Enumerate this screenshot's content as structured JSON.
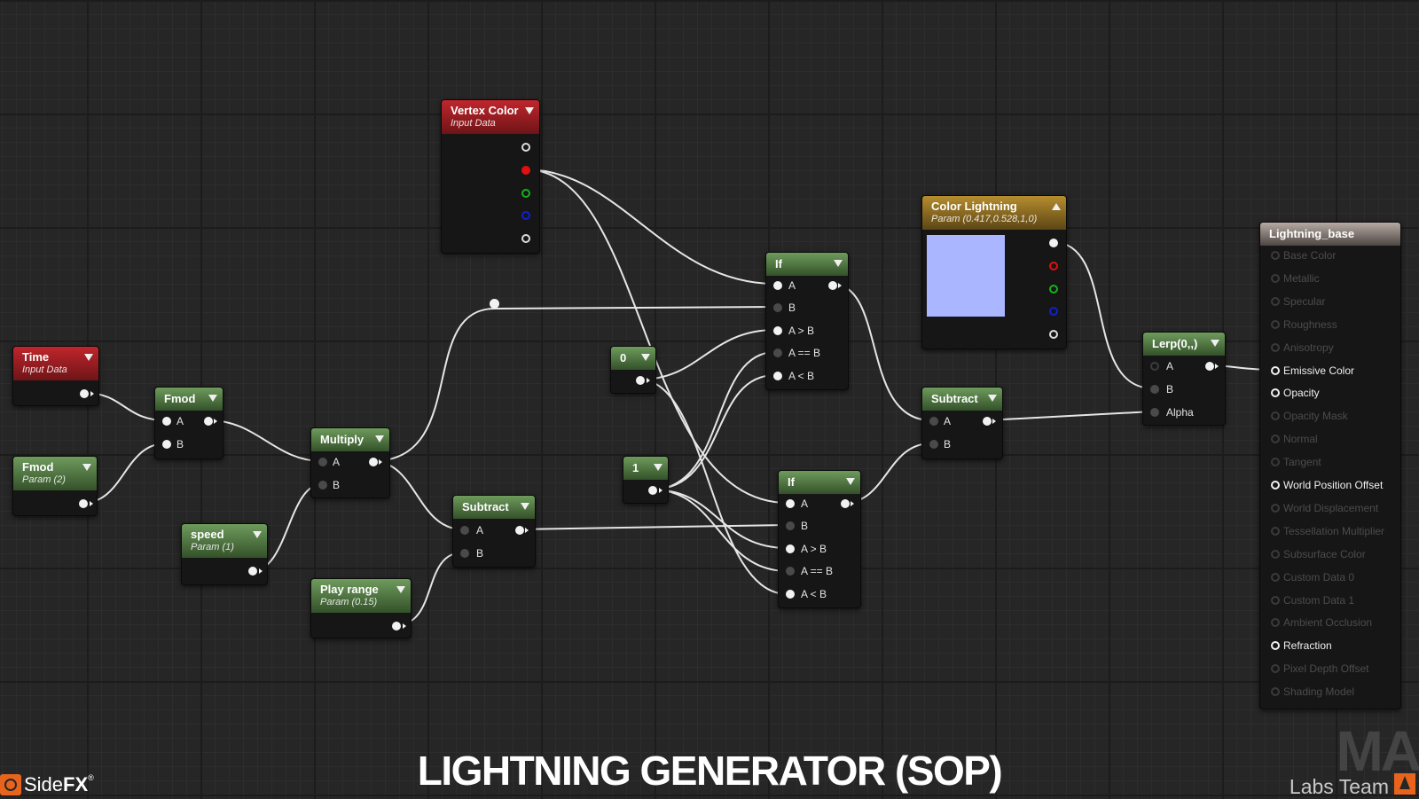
{
  "nodes": {
    "time": {
      "title": "Time",
      "subtitle": "Input Data"
    },
    "fmod_param": {
      "title": "Fmod",
      "subtitle": "Param (2)"
    },
    "fmod": {
      "title": "Fmod",
      "pins": [
        "A",
        "B"
      ]
    },
    "speed": {
      "title": "speed",
      "subtitle": "Param (1)"
    },
    "multiply": {
      "title": "Multiply",
      "pins": [
        "A",
        "B"
      ]
    },
    "play_range": {
      "title": "Play range",
      "subtitle": "Param (0.15)"
    },
    "subtract1": {
      "title": "Subtract",
      "pins": [
        "A",
        "B"
      ]
    },
    "vertex_color": {
      "title": "Vertex Color",
      "subtitle": "Input Data"
    },
    "const0": {
      "title": "0"
    },
    "const1": {
      "title": "1"
    },
    "if1": {
      "title": "If",
      "pins": [
        "A",
        "B",
        "A > B",
        "A == B",
        "A < B"
      ]
    },
    "if2": {
      "title": "If",
      "pins": [
        "A",
        "B",
        "A > B",
        "A == B",
        "A < B"
      ]
    },
    "color_lightning": {
      "title": "Color Lightning",
      "subtitle": "Param (0.417,0.528,1,0)",
      "swatch_color": "#aab6ff"
    },
    "subtract2": {
      "title": "Subtract",
      "pins": [
        "A",
        "B"
      ]
    },
    "lerp": {
      "title": "Lerp(0,,)",
      "pins": [
        "A",
        "B",
        "Alpha"
      ]
    },
    "lightning_base": {
      "title": "Lightning_base",
      "inputs": [
        {
          "label": "Base Color",
          "active": false
        },
        {
          "label": "Metallic",
          "active": false
        },
        {
          "label": "Specular",
          "active": false
        },
        {
          "label": "Roughness",
          "active": false
        },
        {
          "label": "Anisotropy",
          "active": false
        },
        {
          "label": "Emissive Color",
          "active": true
        },
        {
          "label": "Opacity",
          "active": true
        },
        {
          "label": "Opacity Mask",
          "active": false
        },
        {
          "label": "Normal",
          "active": false
        },
        {
          "label": "Tangent",
          "active": false
        },
        {
          "label": "World Position Offset",
          "active": true
        },
        {
          "label": "World Displacement",
          "active": false
        },
        {
          "label": "Tessellation Multiplier",
          "active": false
        },
        {
          "label": "Subsurface Color",
          "active": false
        },
        {
          "label": "Custom Data 0",
          "active": false
        },
        {
          "label": "Custom Data 1",
          "active": false
        },
        {
          "label": "Ambient Occlusion",
          "active": false
        },
        {
          "label": "Refraction",
          "active": true
        },
        {
          "label": "Pixel Depth Offset",
          "active": false
        },
        {
          "label": "Shading Model",
          "active": false
        }
      ]
    }
  },
  "colors": {
    "wire": "#e6e6e6",
    "input_node_header": "#c0262c",
    "math_node_header": "#6e9b5c",
    "color_param_header": "#b68d2e",
    "material_header": "#b6aaa3",
    "swatch": "#aab6ff"
  },
  "title": "LIGHTNING GENERATOR (SOP)",
  "branding": {
    "left_logo_text_regular": "Side",
    "left_logo_text_bold": "FX",
    "left_logo_reg": "®",
    "right_text": "Labs Team",
    "corner_mark": "MA"
  }
}
